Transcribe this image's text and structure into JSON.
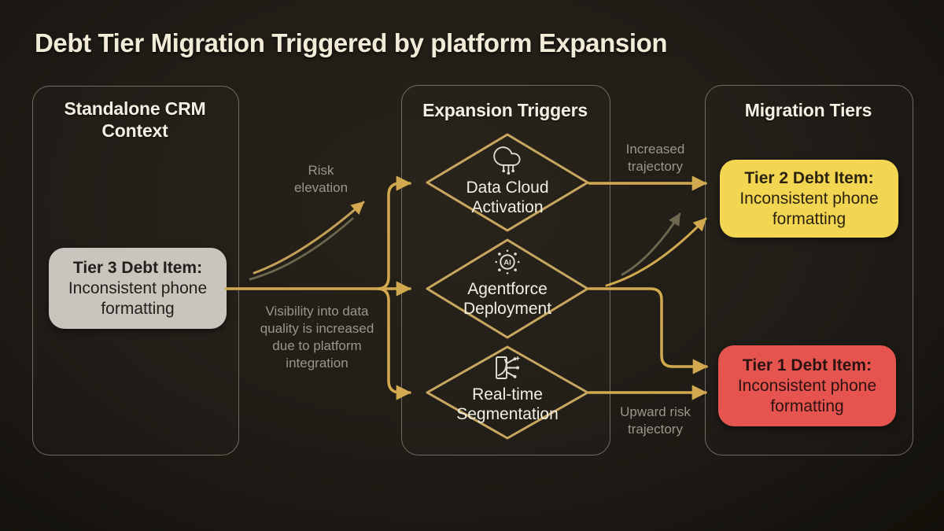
{
  "title": "Debt Tier Migration Triggered by platform Expansion",
  "panels": {
    "standalone": {
      "heading": "Standalone CRM\nContext",
      "debt_box": {
        "title": "Tier 3 Debt Item:",
        "body": "Inconsistent phone\nformatting",
        "color": "#c9c5be"
      }
    },
    "triggers": {
      "heading": "Expansion Triggers",
      "diamonds": [
        {
          "icon": "cloud-network-icon",
          "label": "Data Cloud\nActivation"
        },
        {
          "icon": "ai-agent-icon",
          "label": "Agentforce\nDeployment"
        },
        {
          "icon": "realtime-segmentation-icon",
          "label": "Real-time\nSegmentation"
        }
      ]
    },
    "tiers": {
      "heading": "Migration Tiers",
      "debt_boxes": [
        {
          "title": "Tier 2 Debt Item:",
          "body": "Inconsistent phone\nformatting",
          "color": "#f2d652"
        },
        {
          "title": "Tier 1 Debt Item:",
          "body": "Inconsistent phone\nformatting",
          "color": "#e65450"
        }
      ]
    }
  },
  "edge_labels": {
    "risk_elevation": "Risk\nelevation",
    "visibility_note": "Visibility into data\nquality is increased\ndue to platform\nintegration",
    "increased_trajectory": "Increased\ntrajectory",
    "upward_risk": "Upward risk\ntrajectory"
  },
  "colors": {
    "background": "#201d18",
    "arrow_gold": "#d2a94f",
    "swoosh_gold": "#c3a158",
    "swoosh_olive": "#6d684f",
    "diamond_stroke": "#c9a760",
    "panel_border": "#6f6c61",
    "label_gray": "#9b9689",
    "heading_text": "#f4efe1"
  }
}
